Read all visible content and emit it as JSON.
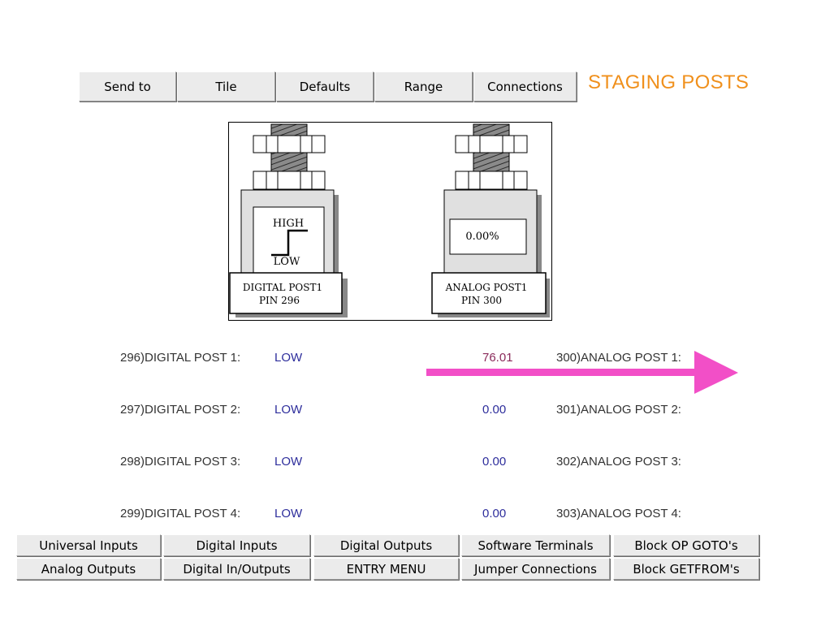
{
  "toolbar": {
    "buttons": [
      "Send to",
      "Tile",
      "Defaults",
      "Range",
      "Connections"
    ]
  },
  "page_title": "STAGING POSTS",
  "diagram": {
    "digital_post": {
      "high_label": "HIGH",
      "low_label": "LOW",
      "name": "DIGITAL POST1",
      "pin": "PIN 296"
    },
    "analog_post": {
      "display_value": "0.00%",
      "name": "ANALOG POST1",
      "pin": "PIN 300"
    }
  },
  "digital_posts": [
    {
      "label": "296)DIGITAL POST 1:",
      "value": "LOW"
    },
    {
      "label": "297)DIGITAL POST 2:",
      "value": "LOW"
    },
    {
      "label": "298)DIGITAL POST 3:",
      "value": "LOW"
    },
    {
      "label": "299)DIGITAL POST 4:",
      "value": "LOW"
    }
  ],
  "analog_posts": [
    {
      "value": "76.01",
      "label": "300)ANALOG POST 1:"
    },
    {
      "value": "0.00",
      "label": "301)ANALOG POST 2:"
    },
    {
      "value": "0.00",
      "label": "302)ANALOG POST 3:"
    },
    {
      "value": "0.00",
      "label": "303)ANALOG POST 4:"
    }
  ],
  "nav": {
    "row1": [
      "Universal Inputs",
      "Digital Inputs",
      "Digital Outputs",
      "Software Terminals",
      "Block OP GOTO's"
    ],
    "row2": [
      "Analog Outputs",
      "Digital In/Outputs",
      "ENTRY MENU",
      "Jumper Connections",
      "Block GETFROM's"
    ]
  },
  "colors": {
    "title": "#f0901c",
    "arrow": "#f24fc7",
    "value_blue": "#2e2e9c",
    "value_highlight": "#8a2a5a"
  }
}
